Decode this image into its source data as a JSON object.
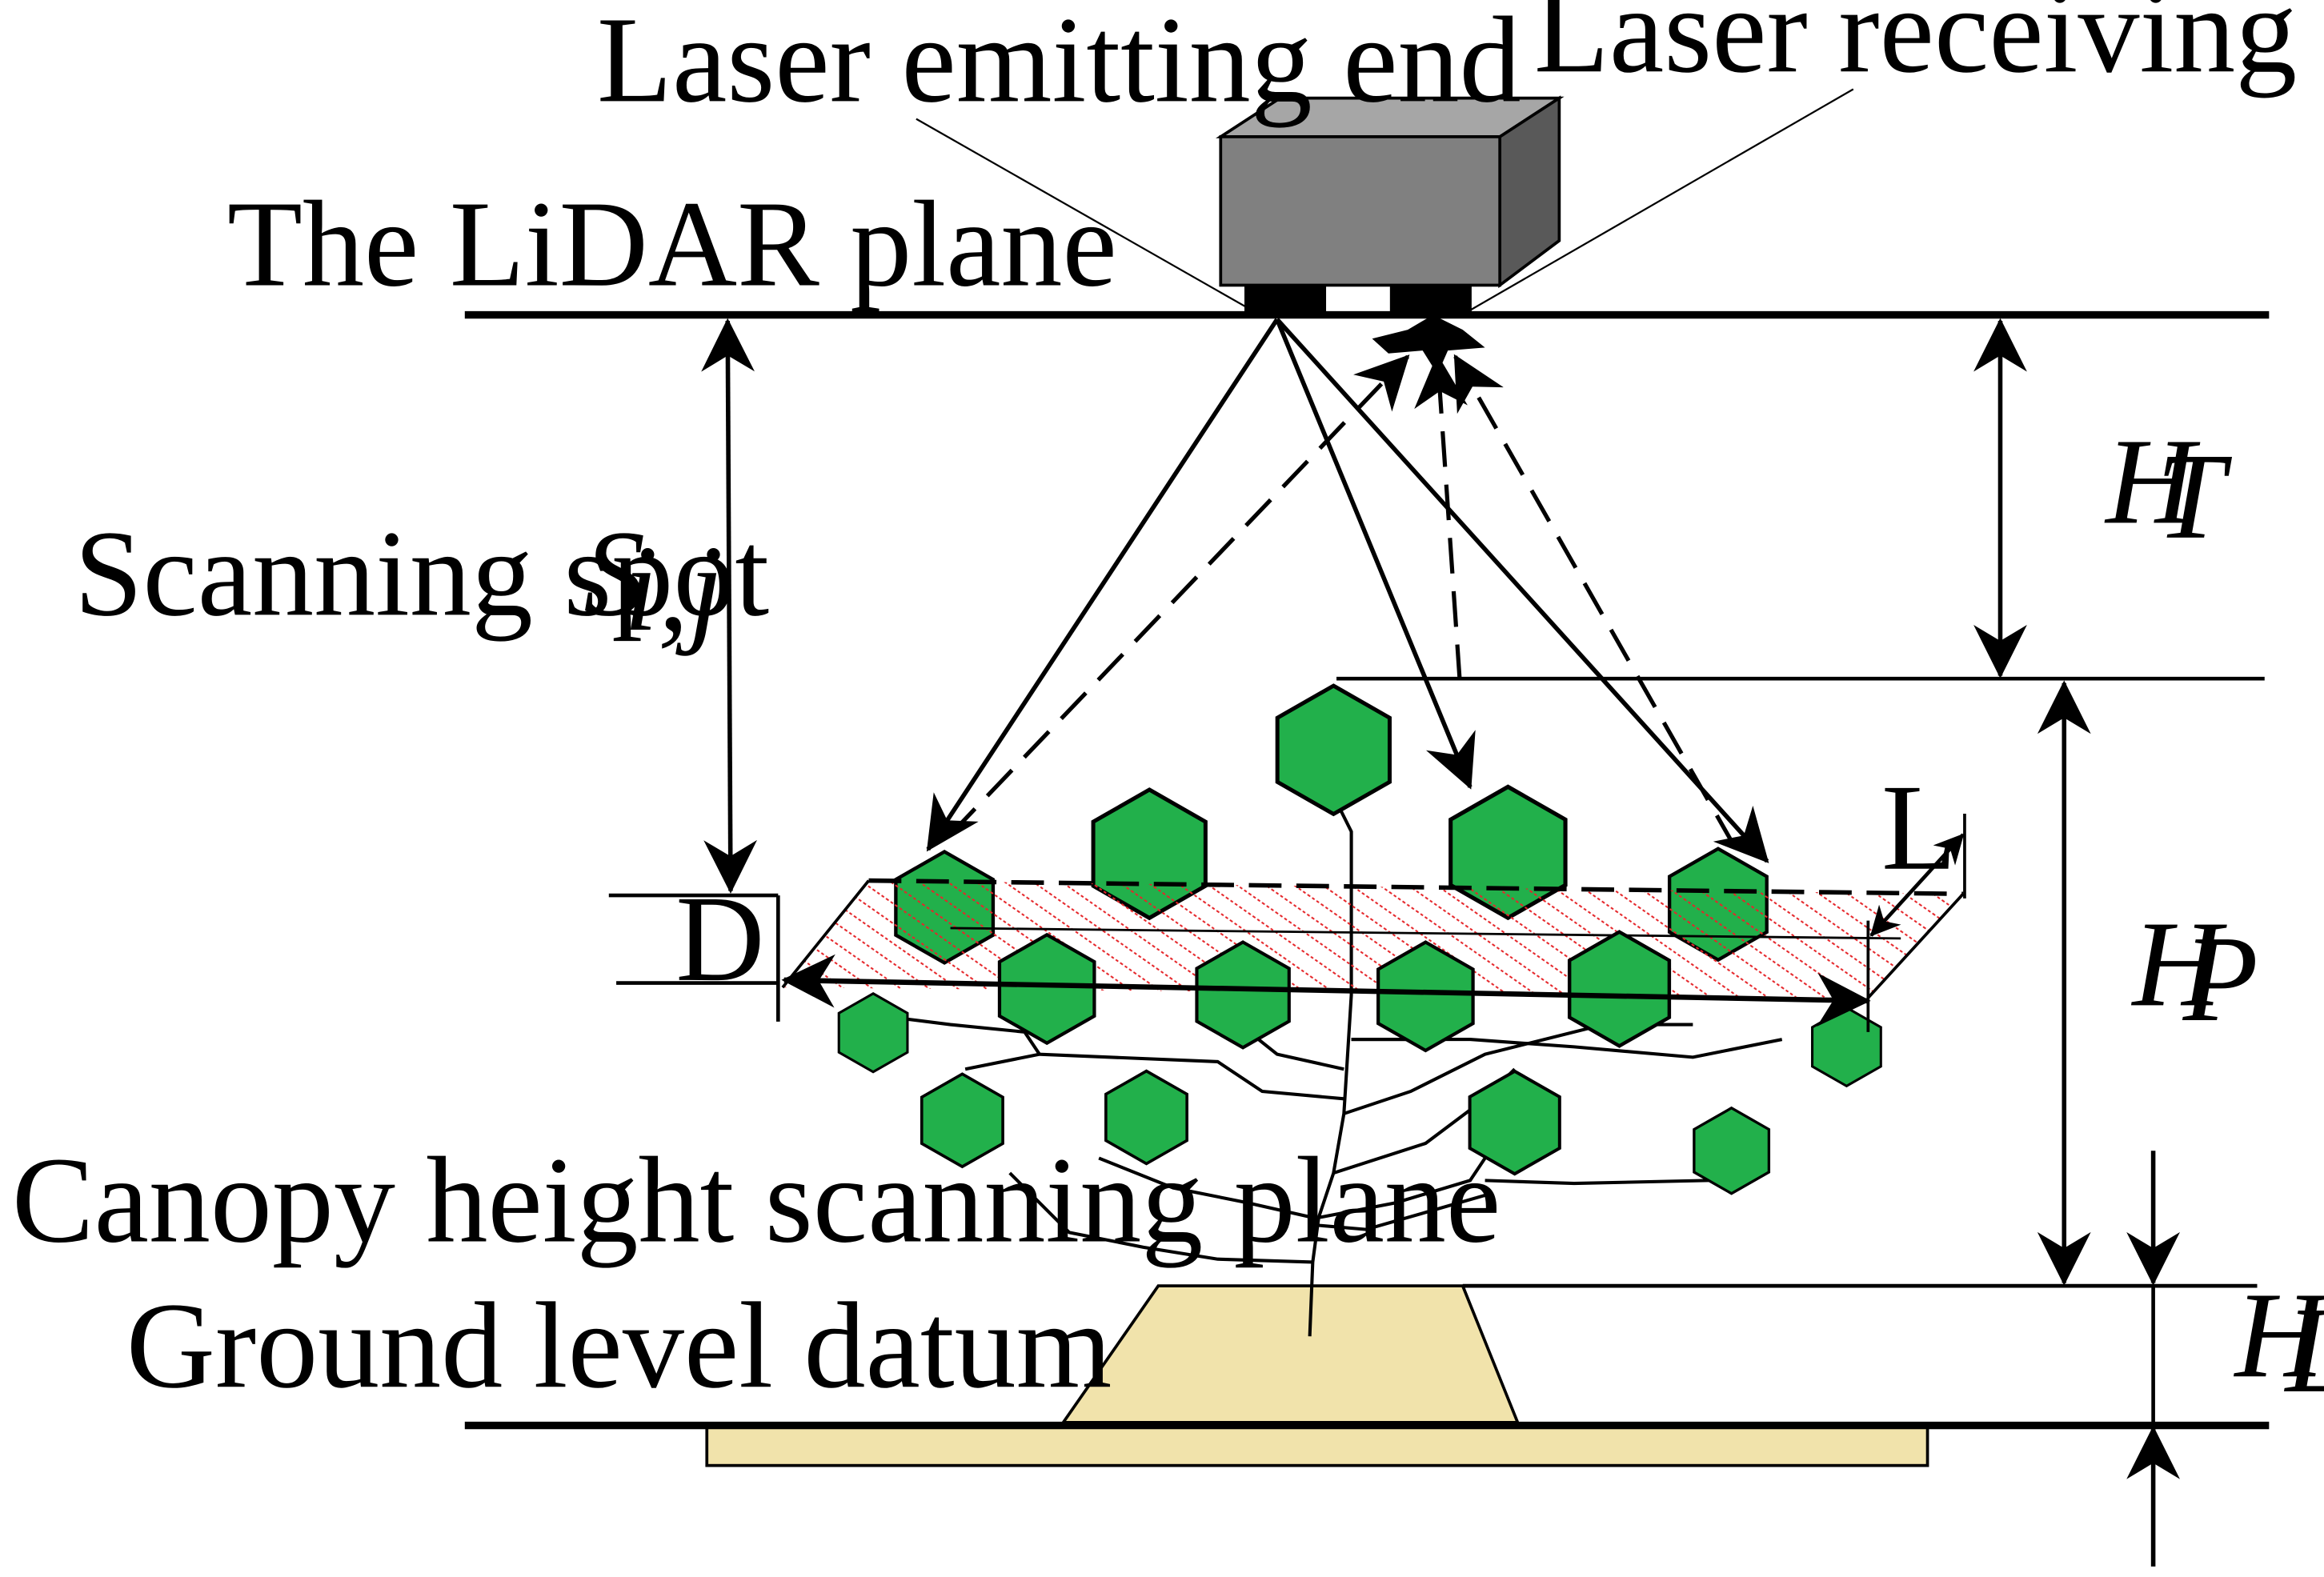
{
  "labels": {
    "emitting_end": "Laser emitting end",
    "receiving_end": "Laser receiving end",
    "lidar_plane": "The LiDAR plane",
    "scanning_spot": "Scanning spot",
    "scanning_spot_symbol": "S",
    "scanning_spot_sub": "i,j",
    "canopy_plane": "Canopy height scanning plane",
    "ground_datum": "Ground level datum",
    "d_label": "D",
    "l_label": "L",
    "ht_symbol": "H",
    "ht_sub": "T",
    "hp_symbol": "H",
    "hp_sub": "P",
    "hl_symbol": "H",
    "hl_sub": "L"
  },
  "colors": {
    "lidar_box": "#808080",
    "foliage": "#22b04b",
    "hatch": "#e5262a",
    "soil": "#f1e3ab",
    "line": "#000000"
  }
}
